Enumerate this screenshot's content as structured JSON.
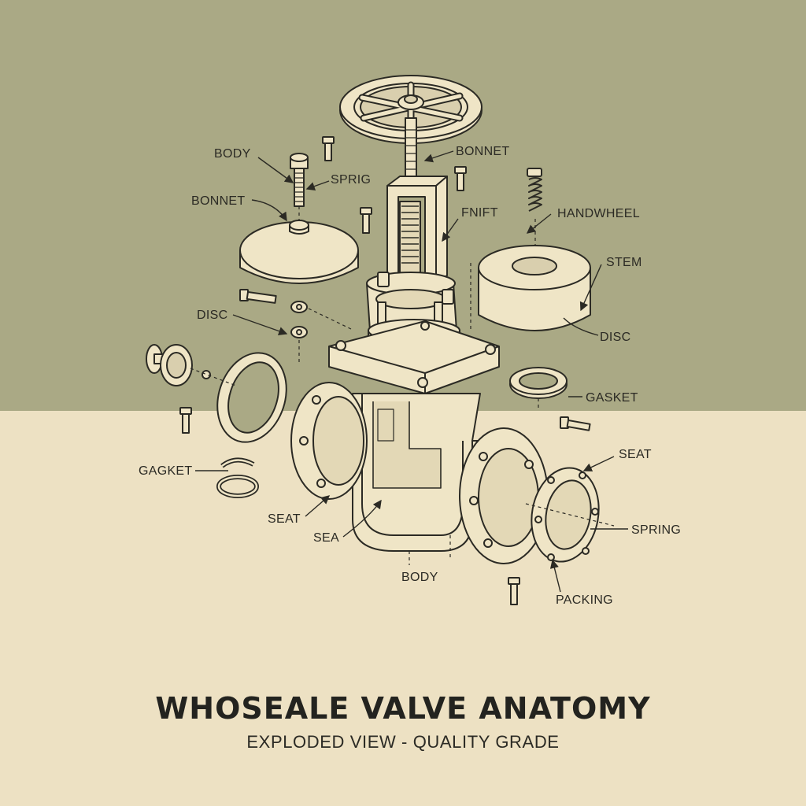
{
  "title": "WHOSEALE VALVE ANATOMY",
  "subtitle": "EXPLODED VIEW - QUALITY GRADE",
  "labels": {
    "body_top": "BODY",
    "sprig": "SPRIG",
    "bonnet_left": "BONNET",
    "bonnet_top": "BONNET",
    "fnift": "FNIFT",
    "handwheel": "HANDWHEEL",
    "stem": "STEM",
    "disc_left": "DISC",
    "disc_right": "DISC",
    "gasket_right": "GASKET",
    "gagket": "GAGKET",
    "seat_right": "SEAT",
    "spring": "SPRING",
    "seat_left": "SEAT",
    "sea": "SEA",
    "body_bottom": "BODY",
    "packing": "PACKING"
  },
  "colors": {
    "background_top": "#aaa985",
    "background_bottom": "#ede1c3",
    "part_fill": "#efe5c6",
    "line": "#2b2a24"
  }
}
